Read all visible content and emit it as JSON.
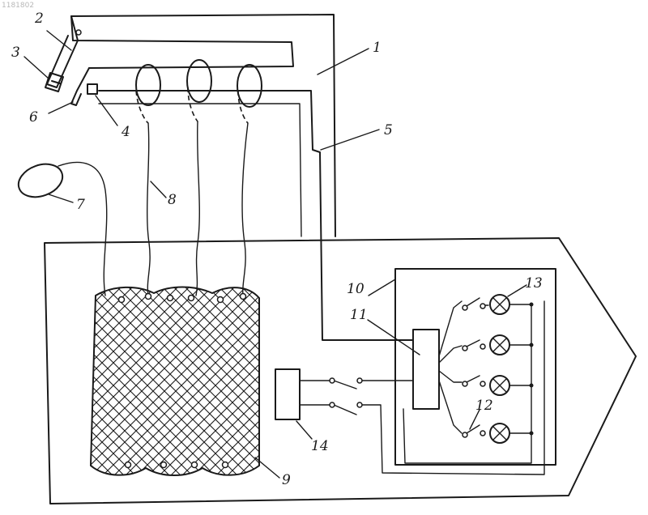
{
  "corner_id": "1181802",
  "labels": {
    "l1": "1",
    "l2": "2",
    "l3": "3",
    "l4": "4",
    "l5": "5",
    "l6": "6",
    "l7": "7",
    "l8": "8",
    "l9": "9",
    "l10": "10",
    "l11": "11",
    "l12": "12",
    "l13": "13",
    "l14": "14"
  },
  "colors": {
    "ink": "#1a1a1a",
    "paper": "#ffffff"
  }
}
